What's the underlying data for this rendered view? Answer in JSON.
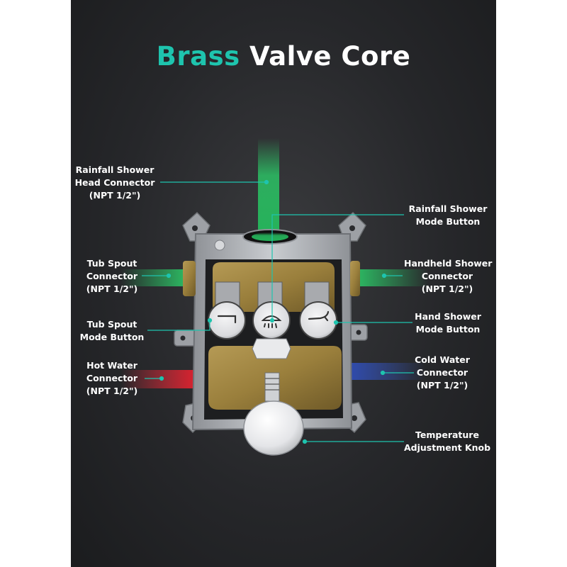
{
  "title": {
    "accent": "Brass",
    "rest": "Valve Core"
  },
  "colors": {
    "accent": "#1ec4ae",
    "background": "#26272a",
    "label_text": "#ffffff",
    "leader_line": "#1ec4ae"
  },
  "labels": {
    "rainfall_head": {
      "lines": [
        "Rainfall Shower",
        "Head Connector",
        "(NPT 1/2\")"
      ]
    },
    "rainfall_mode": {
      "lines": [
        "Rainfall Shower",
        "Mode Button"
      ]
    },
    "tub_spout_conn": {
      "lines": [
        "Tub Spout",
        "Connector",
        "(NPT 1/2\")"
      ]
    },
    "handheld_conn": {
      "lines": [
        "Handheld Shower",
        "Connector",
        "(NPT 1/2\")"
      ]
    },
    "tub_spout_mode": {
      "lines": [
        "Tub Spout",
        "Mode Button"
      ]
    },
    "hand_shower_mode": {
      "lines": [
        "Hand Shower",
        "Mode Button"
      ]
    },
    "hot_water": {
      "lines": [
        "Hot Water",
        "Connector",
        "(NPT 1/2\")"
      ]
    },
    "cold_water": {
      "lines": [
        "Cold Water",
        "Connector",
        "(NPT 1/2\")"
      ]
    },
    "temperature": {
      "lines": [
        "Temperature",
        "Adjustment Knob"
      ]
    }
  },
  "icons": [
    "tub-spout-icon",
    "rainfall-shower-icon",
    "hand-shower-icon"
  ]
}
